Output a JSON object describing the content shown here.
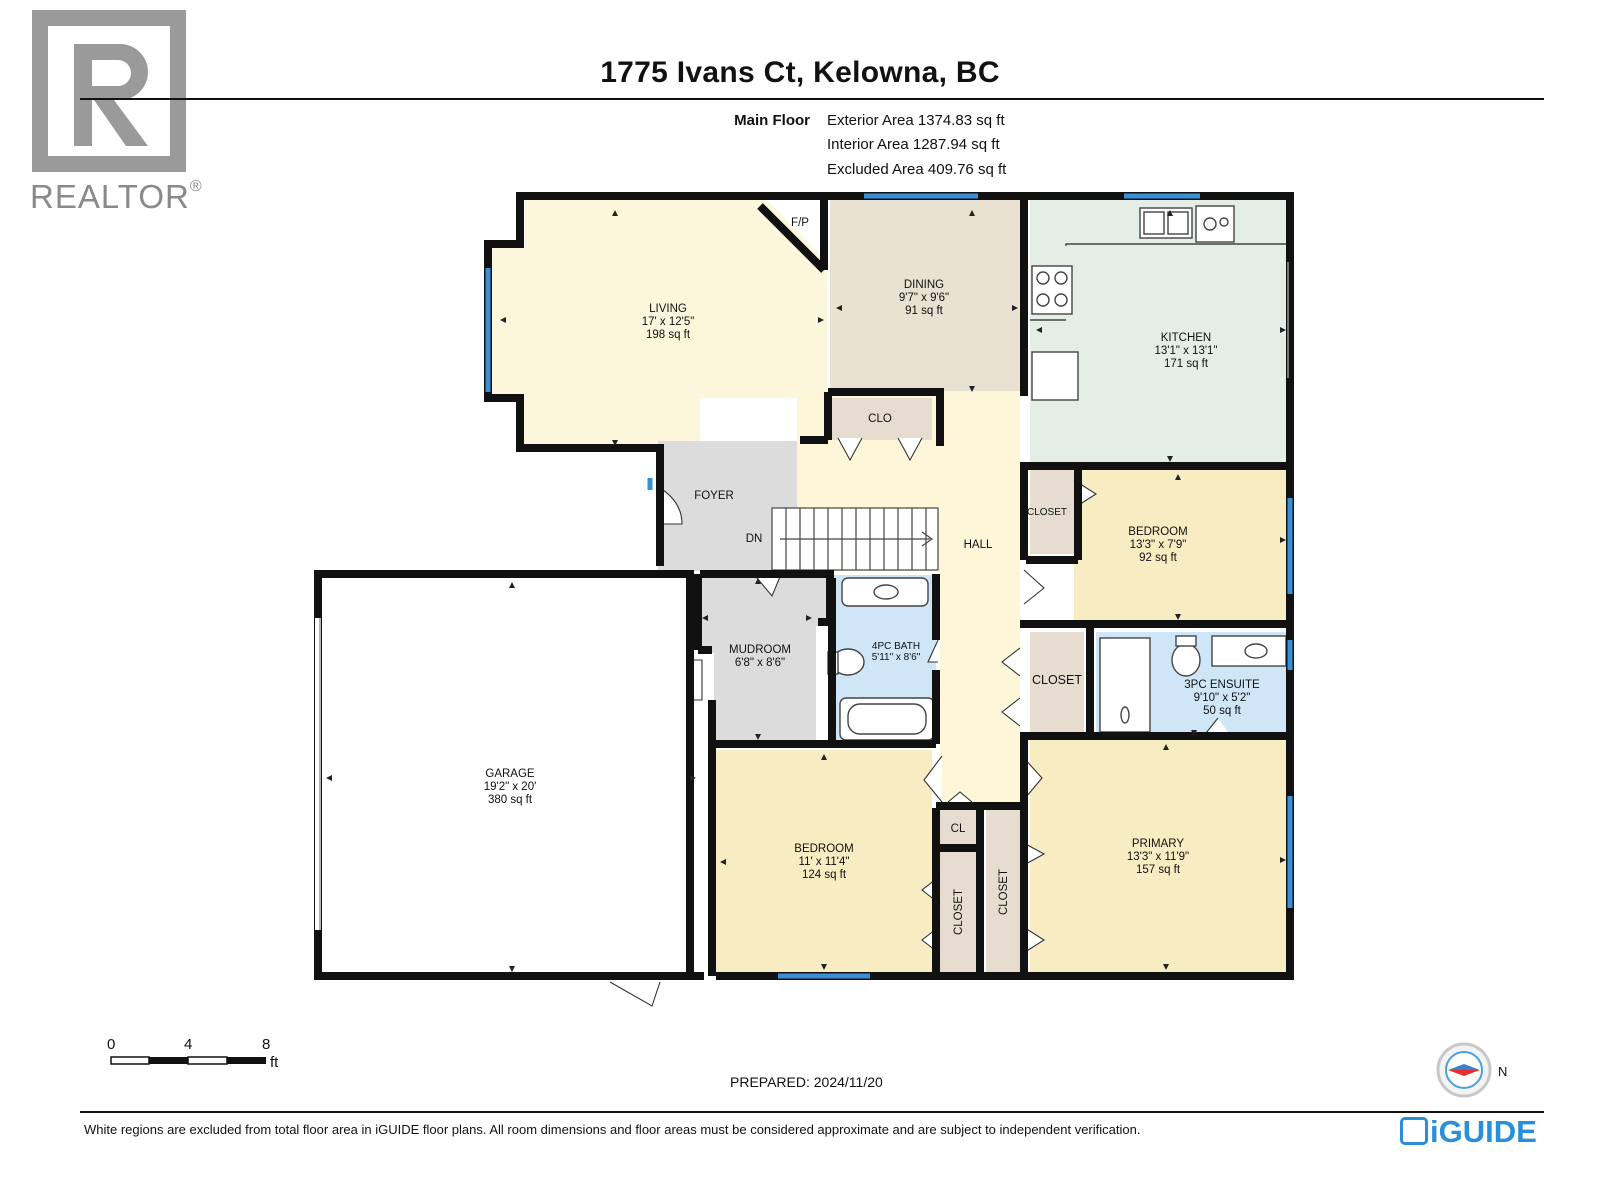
{
  "header": {
    "title": "1775 Ivans Ct, Kelowna, BC",
    "floor_label": "Main Floor",
    "exterior_area": "Exterior Area 1374.83 sq ft",
    "interior_area": "Interior Area 1287.94 sq ft",
    "excluded_area": "Excluded Area 409.76 sq ft"
  },
  "logo": {
    "text": "REALTOR",
    "mark": "®",
    "icon": "realtor-r-icon"
  },
  "rooms": {
    "living": {
      "name": "LIVING",
      "dims": "17' x 12'5\"",
      "area": "198 sq ft"
    },
    "dining": {
      "name": "DINING",
      "dims": "9'7\" x 9'6\"",
      "area": "91 sq ft"
    },
    "kitchen": {
      "name": "KITCHEN",
      "dims": "13'1\" x 13'1\"",
      "area": "171 sq ft"
    },
    "bedroom1": {
      "name": "BEDROOM",
      "dims": "13'3\" x 7'9\"",
      "area": "92 sq ft"
    },
    "bath4pc": {
      "name": "4PC BATH",
      "dims": "5'11\" x 8'6\""
    },
    "mudroom": {
      "name": "MUDROOM",
      "dims": "6'8\" x 8'6\""
    },
    "ensuite": {
      "name": "3PC ENSUITE",
      "dims": "9'10\" x 5'2\"",
      "area": "50 sq ft"
    },
    "garage": {
      "name": "GARAGE",
      "dims": "19'2\" x 20'",
      "area": "380 sq ft"
    },
    "bedroom2": {
      "name": "BEDROOM",
      "dims": "11' x 11'4\"",
      "area": "124 sq ft"
    },
    "primary": {
      "name": "PRIMARY",
      "dims": "13'3\" x 11'9\"",
      "area": "157 sq ft"
    }
  },
  "labels": {
    "fp": "F/P",
    "clo": "CLO",
    "foyer": "FOYER",
    "dn": "DN",
    "hall": "HALL",
    "closet_bed1": "CLOSET",
    "closet_hall": "CLOSET",
    "cl": "CL",
    "closet_bed2": "CLOSET",
    "closet_primary": "CLOSET"
  },
  "scale": {
    "ticks": [
      "0",
      "4",
      "8"
    ],
    "unit": "ft"
  },
  "prepared": "PREPARED: 2024/11/20",
  "compass_label": "N",
  "footer": {
    "disclaimer": "White regions are excluded from total floor area in iGUIDE floor plans. All room dimensions and floor areas must be considered approximate and are subject to independent verification.",
    "brand": "iGUIDE"
  },
  "colors": {
    "wall": "#111111",
    "window": "#3a8fd6",
    "living": "#fbf6dc",
    "dining": "#e9e1d1",
    "kitchen": "#e4eee6",
    "bedroom": "#f8ecc2",
    "bath": "#cfe6f6",
    "utility": "#dcdcdc",
    "hall": "#fdf6d8",
    "closet": "#e6ddd0"
  }
}
